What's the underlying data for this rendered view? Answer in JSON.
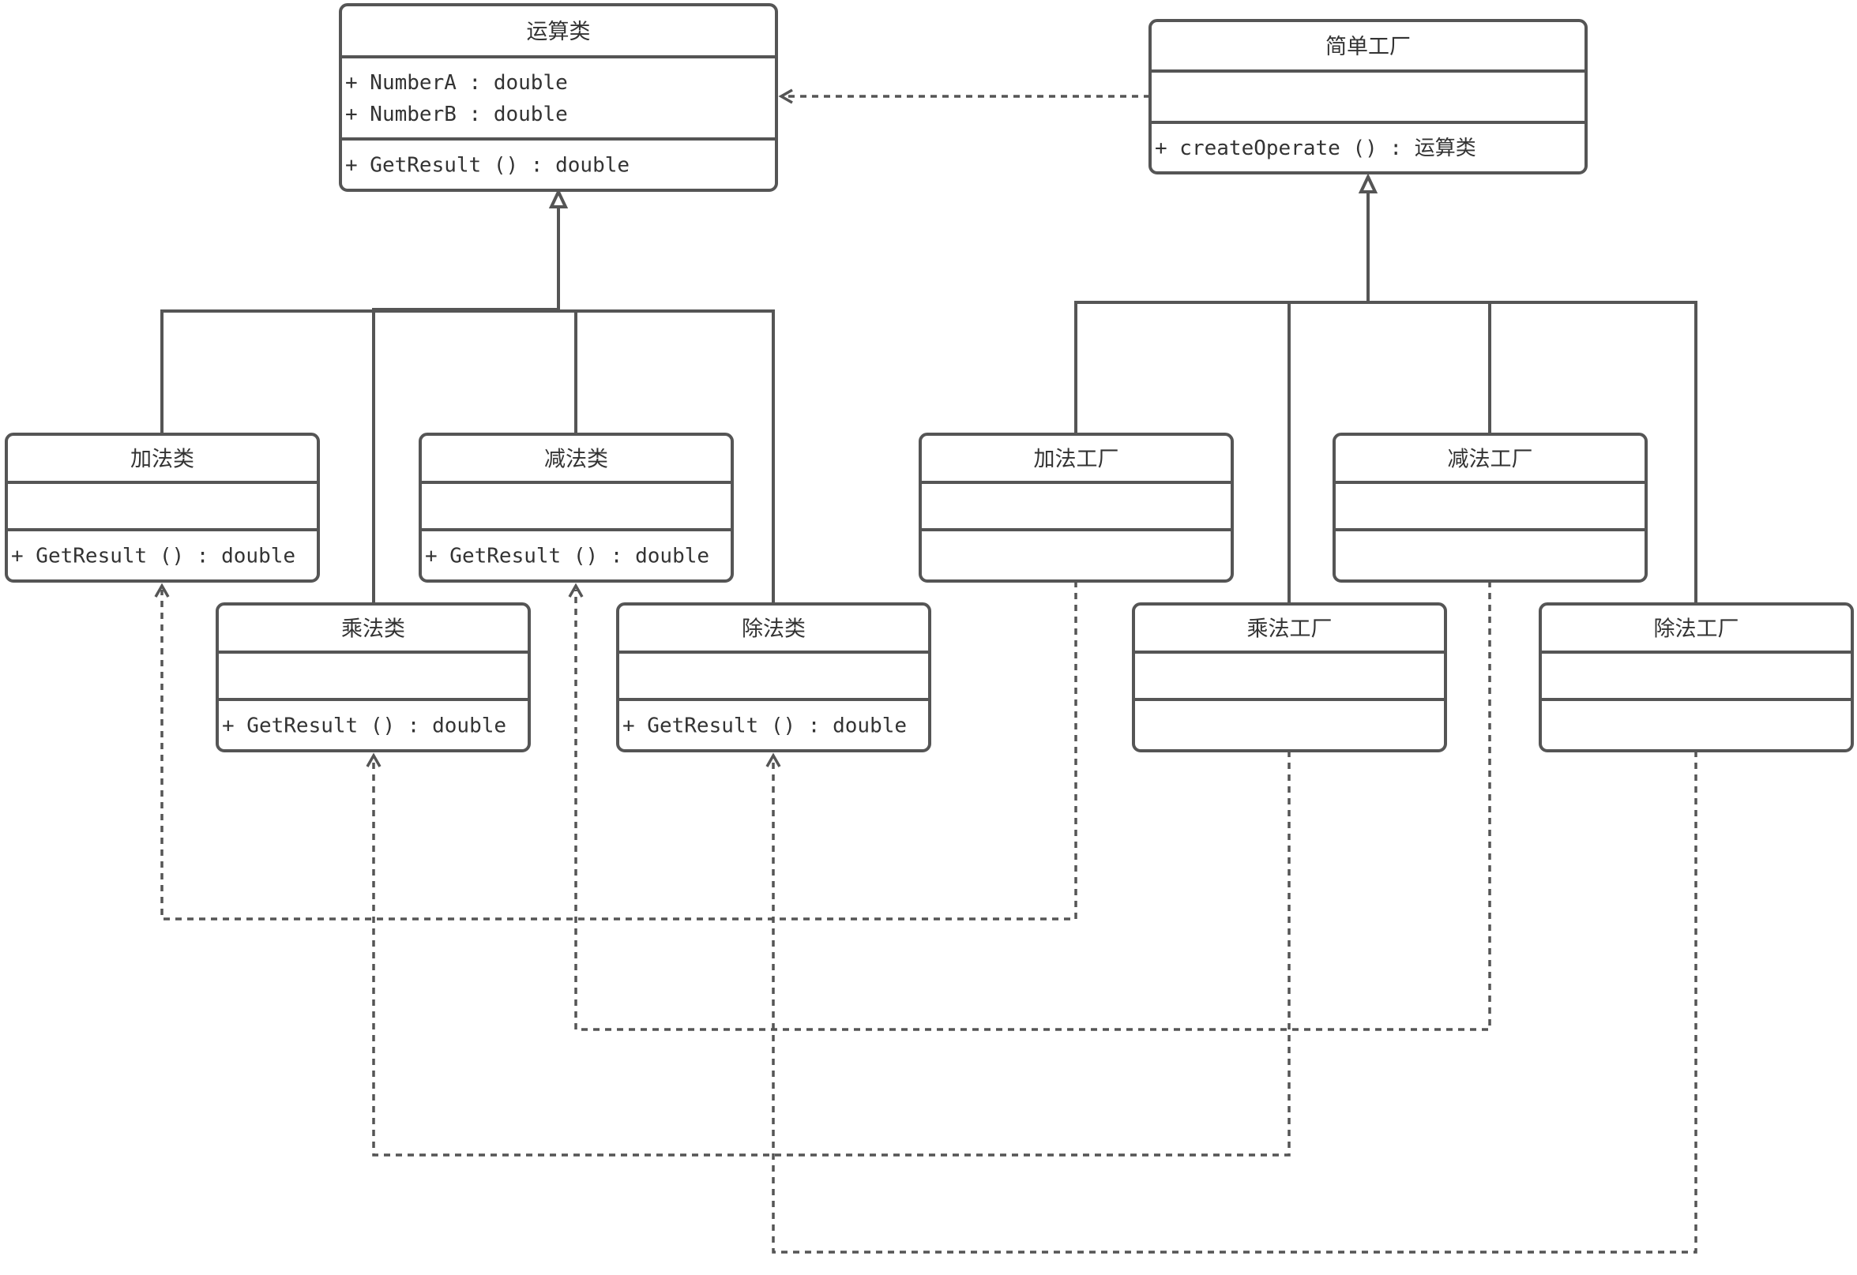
{
  "diagram": {
    "classes": {
      "operation": {
        "name": "运算类",
        "attributes": [
          "+ NumberA : double",
          "+ NumberB : double"
        ],
        "methods": [
          "+ GetResult () : double"
        ]
      },
      "simple_factory": {
        "name": "简单工厂",
        "attributes": [],
        "methods": [
          "+ createOperate () : 运算类"
        ]
      },
      "add_op": {
        "name": "加法类",
        "attributes": [],
        "methods": [
          "+ GetResult () : double"
        ]
      },
      "sub_op": {
        "name": "减法类",
        "attributes": [],
        "methods": [
          "+ GetResult () : double"
        ]
      },
      "mul_op": {
        "name": "乘法类",
        "attributes": [],
        "methods": [
          "+ GetResult () : double"
        ]
      },
      "div_op": {
        "name": "除法类",
        "attributes": [],
        "methods": [
          "+ GetResult () : double"
        ]
      },
      "add_factory": {
        "name": "加法工厂",
        "attributes": [],
        "methods": []
      },
      "sub_factory": {
        "name": "减法工厂",
        "attributes": [],
        "methods": []
      },
      "mul_factory": {
        "name": "乘法工厂",
        "attributes": [],
        "methods": []
      },
      "div_factory": {
        "name": "除法工厂",
        "attributes": [],
        "methods": []
      }
    },
    "relations": [
      {
        "type": "dependency",
        "from": "simple_factory",
        "to": "operation"
      },
      {
        "type": "generalization",
        "from": "add_op",
        "to": "operation"
      },
      {
        "type": "generalization",
        "from": "mul_op",
        "to": "operation"
      },
      {
        "type": "generalization",
        "from": "sub_op",
        "to": "operation"
      },
      {
        "type": "generalization",
        "from": "div_op",
        "to": "operation"
      },
      {
        "type": "generalization",
        "from": "add_factory",
        "to": "simple_factory"
      },
      {
        "type": "generalization",
        "from": "mul_factory",
        "to": "simple_factory"
      },
      {
        "type": "generalization",
        "from": "sub_factory",
        "to": "simple_factory"
      },
      {
        "type": "generalization",
        "from": "div_factory",
        "to": "simple_factory"
      },
      {
        "type": "dependency",
        "from": "add_factory",
        "to": "add_op"
      },
      {
        "type": "dependency",
        "from": "sub_factory",
        "to": "sub_op"
      },
      {
        "type": "dependency",
        "from": "mul_factory",
        "to": "mul_op"
      },
      {
        "type": "dependency",
        "from": "div_factory",
        "to": "div_op"
      }
    ]
  }
}
